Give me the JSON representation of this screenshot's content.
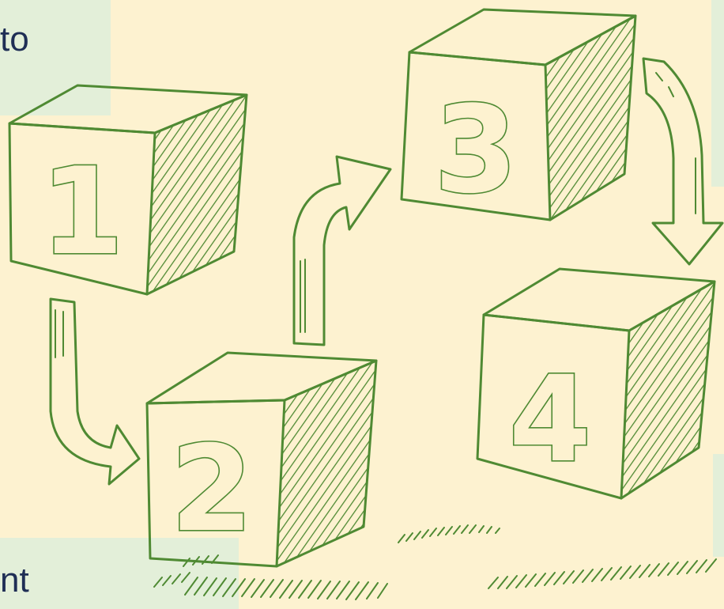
{
  "captions": {
    "top": "to",
    "bottom": "nt"
  },
  "cubes": [
    {
      "label": "1"
    },
    {
      "label": "2"
    },
    {
      "label": "3"
    },
    {
      "label": "4"
    }
  ],
  "colors": {
    "background": "#fdf2d0",
    "panel": "#e3efd9",
    "ink": "#4f8a33",
    "text": "#1f2e55"
  },
  "icons": [
    "curved-arrow-icon",
    "hatch-shadow-icon"
  ]
}
